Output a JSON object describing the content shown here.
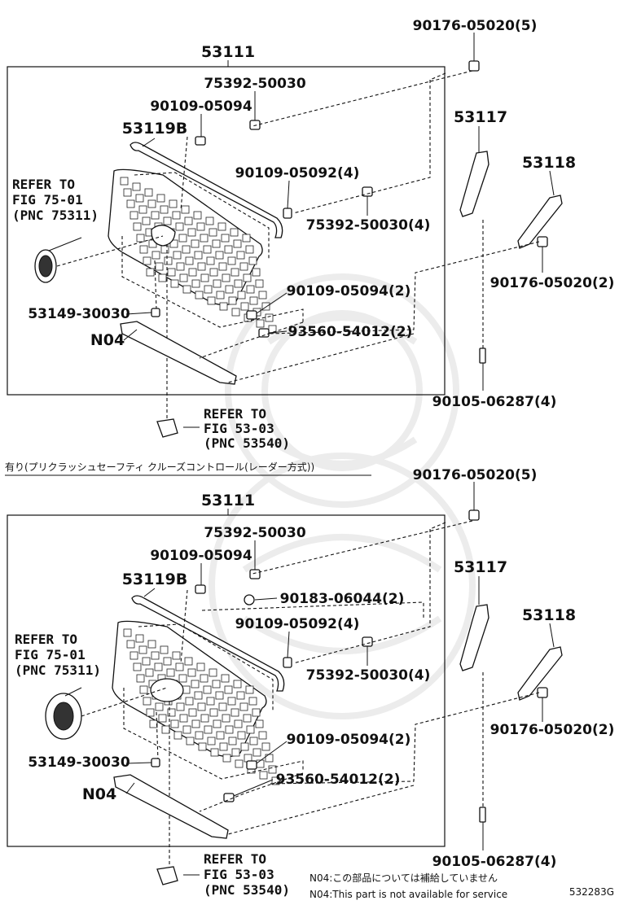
{
  "upper": {
    "main_part": "53111",
    "labels": {
      "bolt_top_right": "90176-05020(5)",
      "clip_1": "75392-50030",
      "screw_1": "90109-05094",
      "moulding": "53119B",
      "screw_4": "90109-05092(4)",
      "clip_4": "75392-50030(4)",
      "bracket_left": "53117",
      "bracket_right": "53118",
      "bolt_2": "90176-05020(2)",
      "screw_2": "90109-05094(2)",
      "bolt_93560": "93560-54012(2)",
      "clip_53149": "53149-30030",
      "n04": "N04",
      "bolt_90105": "90105-06287(4)"
    },
    "refer_emblem": [
      "REFER TO",
      "FIG 75-01",
      "(PNC 75311)"
    ],
    "refer_bottom": [
      "REFER TO",
      "FIG 53-03",
      "(PNC 53540)"
    ]
  },
  "condition_note": "有り(プリクラッシュセーフティ クルーズコントロール(レーダー方式))",
  "lower": {
    "main_part": "53111",
    "labels": {
      "bolt_top_right": "90176-05020(5)",
      "clip_1": "75392-50030",
      "screw_1": "90109-05094",
      "moulding": "53119B",
      "nut": "90183-06044(2)",
      "screw_4": "90109-05092(4)",
      "clip_4": "75392-50030(4)",
      "bracket_left": "53117",
      "bracket_right": "53118",
      "bolt_2": "90176-05020(2)",
      "screw_2": "90109-05094(2)",
      "bolt_93560": "93560-54012(2)",
      "clip_53149": "53149-30030",
      "n04": "N04",
      "bolt_90105": "90105-06287(4)"
    },
    "refer_emblem": [
      "REFER TO",
      "FIG 75-01",
      "(PNC 75311)"
    ],
    "refer_bottom": [
      "REFER TO",
      "FIG 53-03",
      "(PNC 53540)"
    ]
  },
  "footnotes": {
    "jp": "N04:この部品については補給していません",
    "en": "N04:This part is not available for service"
  },
  "figure_code": "532283G"
}
